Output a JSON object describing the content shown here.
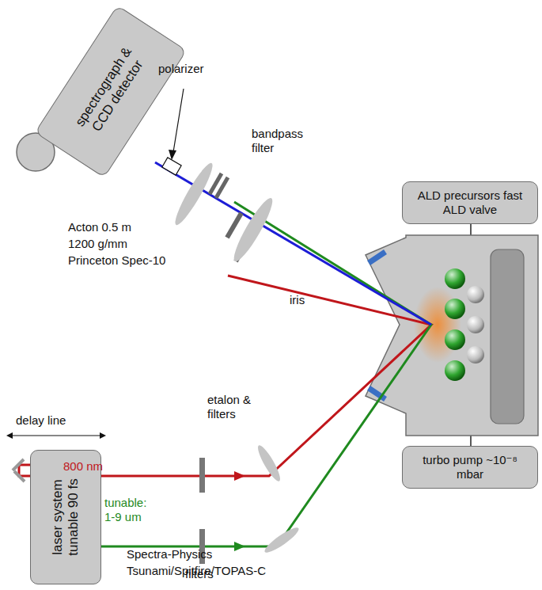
{
  "diagram": {
    "nodes": [
      {
        "text": [
          "spectrograph & CCD detector"
        ]
      },
      {
        "text": [
          "laser system tunable 90 fs"
        ]
      },
      {
        "text": [
          "ALD precursors fast ALD valve"
        ]
      },
      {
        "text": [
          "turbo pump ~10⁻⁸ mbar"
        ]
      }
    ],
    "labels": [
      "polarizer",
      "bandpass filter",
      "Acton 0.5 m",
      "1200 g/mm",
      "Princeton Spec-10",
      "iris",
      "etalon & filters",
      "delay line",
      "800 nm",
      "tunable: 1-9 um",
      "filters",
      "Spectra-Physics",
      "Tsunami/Spitfire/TOPAS-C"
    ]
  }
}
